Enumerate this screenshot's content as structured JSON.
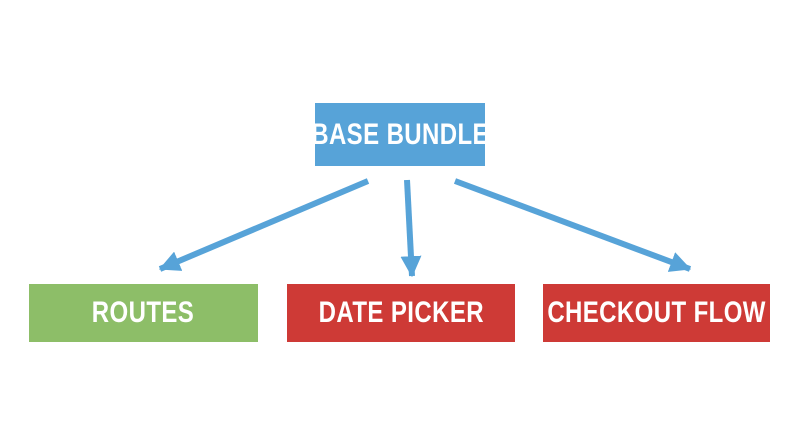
{
  "diagram": {
    "background": "#FFFFFF",
    "connector_color": "#57A3D8",
    "nodes": {
      "base": {
        "label": "BASE BUNDLE",
        "color": "#57A3D8",
        "text_color": "#FFFFFF"
      },
      "routes": {
        "label": "ROUTES",
        "color": "#8DBE68",
        "text_color": "#FFFFFF"
      },
      "date_picker": {
        "label": "DATE PICKER",
        "color": "#CE3A36",
        "text_color": "#FFFFFF"
      },
      "checkout_flow": {
        "label": "CHECKOUT FLOW",
        "color": "#CE3A36",
        "text_color": "#FFFFFF"
      }
    }
  }
}
